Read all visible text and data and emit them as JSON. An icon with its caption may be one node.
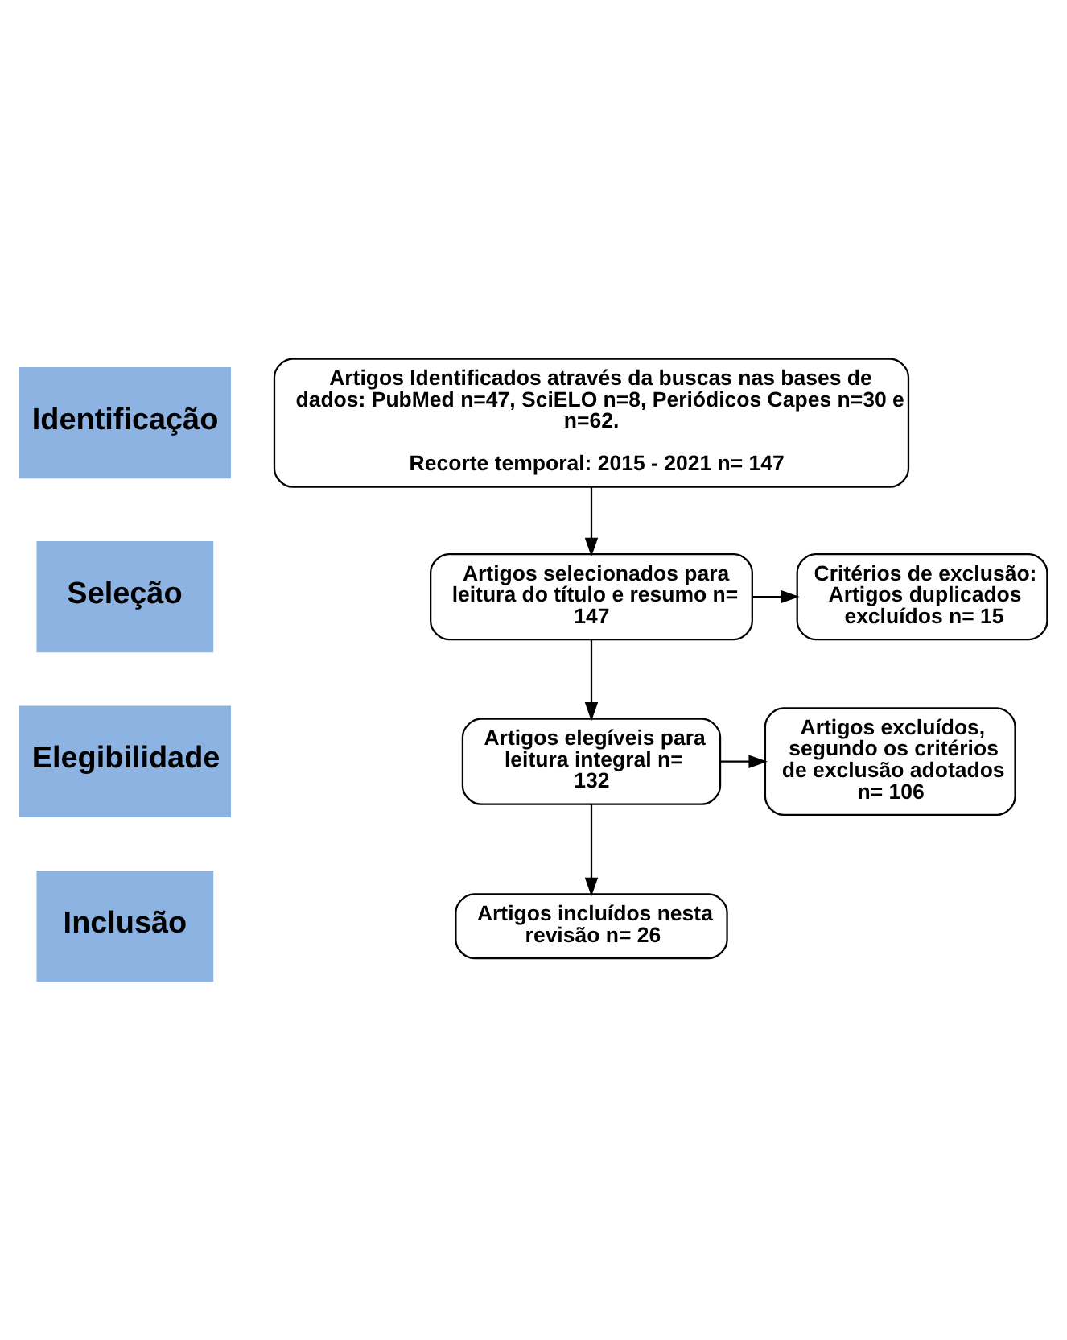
{
  "diagram": {
    "nodes": [
      {
        "text": [
          "Identificação"
        ]
      },
      {
        "text": [
          "Artigos Identificados através da buscas nas bases de dados: PubMed n=47, SciELO n=8, Periódicos Capes n=30 e n=62.",
          "Recorte temporal: 2015 - 2021 n= 147"
        ]
      },
      {
        "text": [
          "Seleção"
        ]
      },
      {
        "text": [
          "Artigos selecionados para leitura do título e resumo n= 147"
        ]
      },
      {
        "text": [
          "Critérios de exclusão: Artigos duplicados excluídos n= 15"
        ]
      },
      {
        "text": [
          "Elegibilidade"
        ]
      },
      {
        "text": [
          "Artigos elegíveis para leitura integral n= 132"
        ]
      },
      {
        "text": [
          "Artigos excluídos, segundo os critérios de exclusão adotados n= 106"
        ]
      },
      {
        "text": [
          "Inclusão"
        ]
      },
      {
        "text": [
          "Artigos incluídos nesta revisão n= 26"
        ]
      }
    ],
    "edges": [
      {
        "from": 1,
        "to": 3,
        "arrow": "to"
      },
      {
        "from": 3,
        "to": 4,
        "arrow": "to"
      },
      {
        "from": 3,
        "to": 6,
        "arrow": "to"
      },
      {
        "from": 6,
        "to": 7,
        "arrow": "to"
      },
      {
        "from": 6,
        "to": 9,
        "arrow": "to"
      }
    ]
  }
}
